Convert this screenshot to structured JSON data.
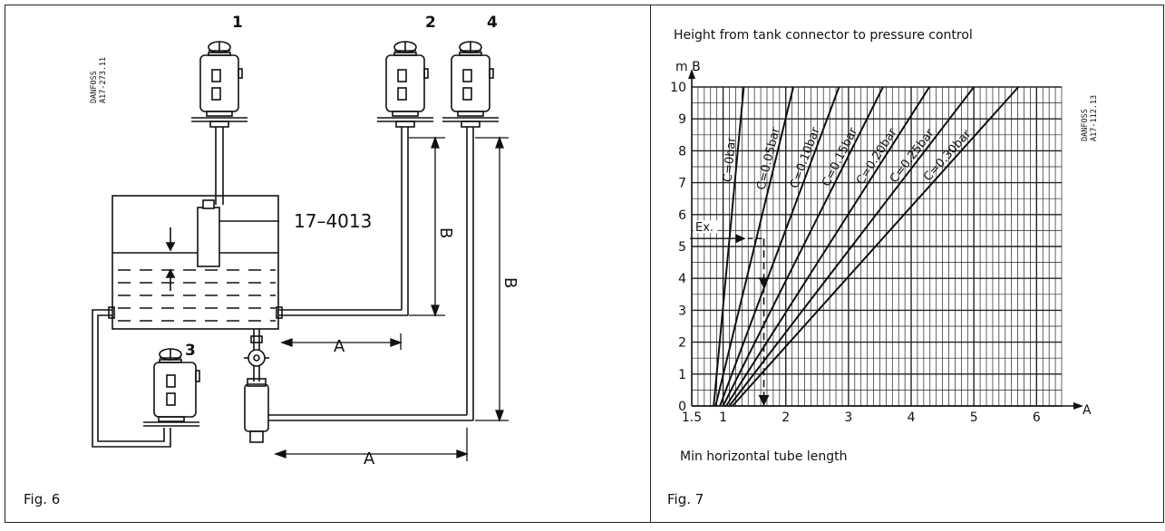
{
  "fig6": {
    "caption": "Fig. 6",
    "ref_code": [
      "DANFOSS",
      "A17-273.11"
    ],
    "part_number": "17–4013",
    "control_labels": [
      "1",
      "2",
      "4",
      "3"
    ],
    "dim_a": "A",
    "dim_b": "B"
  },
  "fig7": {
    "caption": "Fig. 7",
    "ref_code": [
      "DANFOSS",
      "A17-112.13"
    ],
    "title": "Height from tank connector to pressure control",
    "xlabel": "Min horizontal tube length",
    "y_axis_caption": "m B",
    "x_axis_caption": "A",
    "example_label": "Ex.",
    "y_ticks": [
      "0",
      "1",
      "2",
      "3",
      "4",
      "5",
      "6",
      "7",
      "8",
      "9",
      "10"
    ],
    "x_ticks": [
      "1.5",
      "1",
      "2",
      "3",
      "4",
      "5",
      "6"
    ]
  },
  "chart_data": {
    "type": "line",
    "title": "Height from tank connector to pressure control",
    "xlabel": "Min horizontal tube length",
    "ylabel": "m B",
    "xlim": [
      0.5,
      6.5
    ],
    "ylim": [
      0,
      10
    ],
    "grid": true,
    "x_ticks": [
      1.5,
      1,
      2,
      3,
      4,
      5,
      6
    ],
    "series": [
      {
        "name": "C=0bar",
        "x": [
          0.85,
          1.33
        ],
        "y": [
          0,
          10
        ]
      },
      {
        "name": "C=0.05bar",
        "x": [
          0.88,
          2.12
        ],
        "y": [
          0,
          10
        ]
      },
      {
        "name": "C=0.10bar",
        "x": [
          0.95,
          2.85
        ],
        "y": [
          0,
          10
        ]
      },
      {
        "name": "C=0.15bar",
        "x": [
          1.0,
          3.55
        ],
        "y": [
          0,
          10
        ]
      },
      {
        "name": "C=0.20bar",
        "x": [
          1.05,
          4.29
        ],
        "y": [
          0,
          10
        ]
      },
      {
        "name": "C=0.25bar",
        "x": [
          1.1,
          5.0
        ],
        "y": [
          0,
          10
        ]
      },
      {
        "name": "C=0.30bar",
        "x": [
          1.15,
          5.71
        ],
        "y": [
          0,
          10
        ]
      }
    ],
    "example": {
      "label": "Ex.",
      "x": 1.65,
      "y": 5.25
    }
  }
}
